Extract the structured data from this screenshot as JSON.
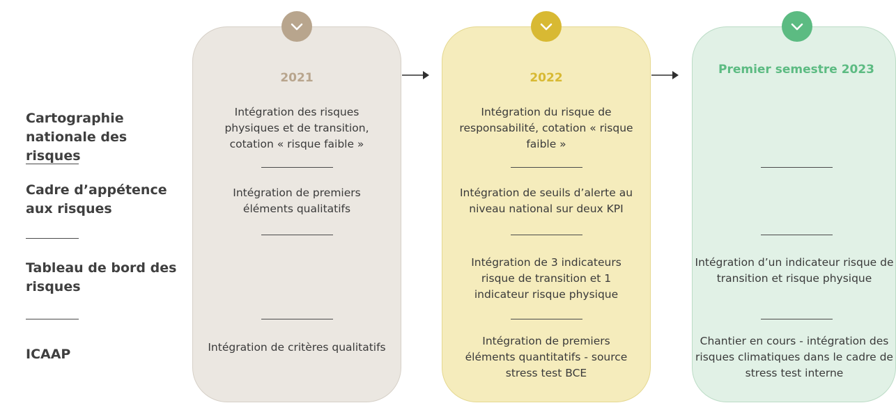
{
  "rows": [
    {
      "label": "Cartographie nationale des risques"
    },
    {
      "label": "Cadre d’appétence aux risques"
    },
    {
      "label": "Tableau de bord des risques"
    },
    {
      "label": "ICAAP"
    }
  ],
  "columns": [
    {
      "title": "2021",
      "accent": "#b8a58d",
      "card_bg": "#ebe7e1",
      "card_border": "#d6d0c7",
      "cells": [
        "Intégration des risques physiques et de transition, cotation « risque faible »",
        "Intégration de premiers éléments qualitatifs",
        "",
        "Intégration de critères qualitatifs"
      ]
    },
    {
      "title": "2022",
      "accent": "#d8b933",
      "card_bg": "#f5ecbc",
      "card_border": "#e5d890",
      "cells": [
        "Intégration du risque de responsabilité, cotation « risque faible »",
        "Intégration de seuils d’alerte au niveau national sur deux KPI",
        "Intégration de 3 indicateurs risque de transition et 1 indicateur risque physique",
        "Intégration de  premiers éléments quantitatifs - source stress test BCE"
      ]
    },
    {
      "title": "Premier semestre 2023",
      "accent": "#5cbb82",
      "card_bg": "#e1f1e6",
      "card_border": "#bcdcc6",
      "cells": [
        "",
        "",
        "Intégration d’un indicateur risque de transition et risque physique",
        "Chantier en cours - intégration des risques climatiques dans le cadre de stress test interne"
      ]
    }
  ]
}
